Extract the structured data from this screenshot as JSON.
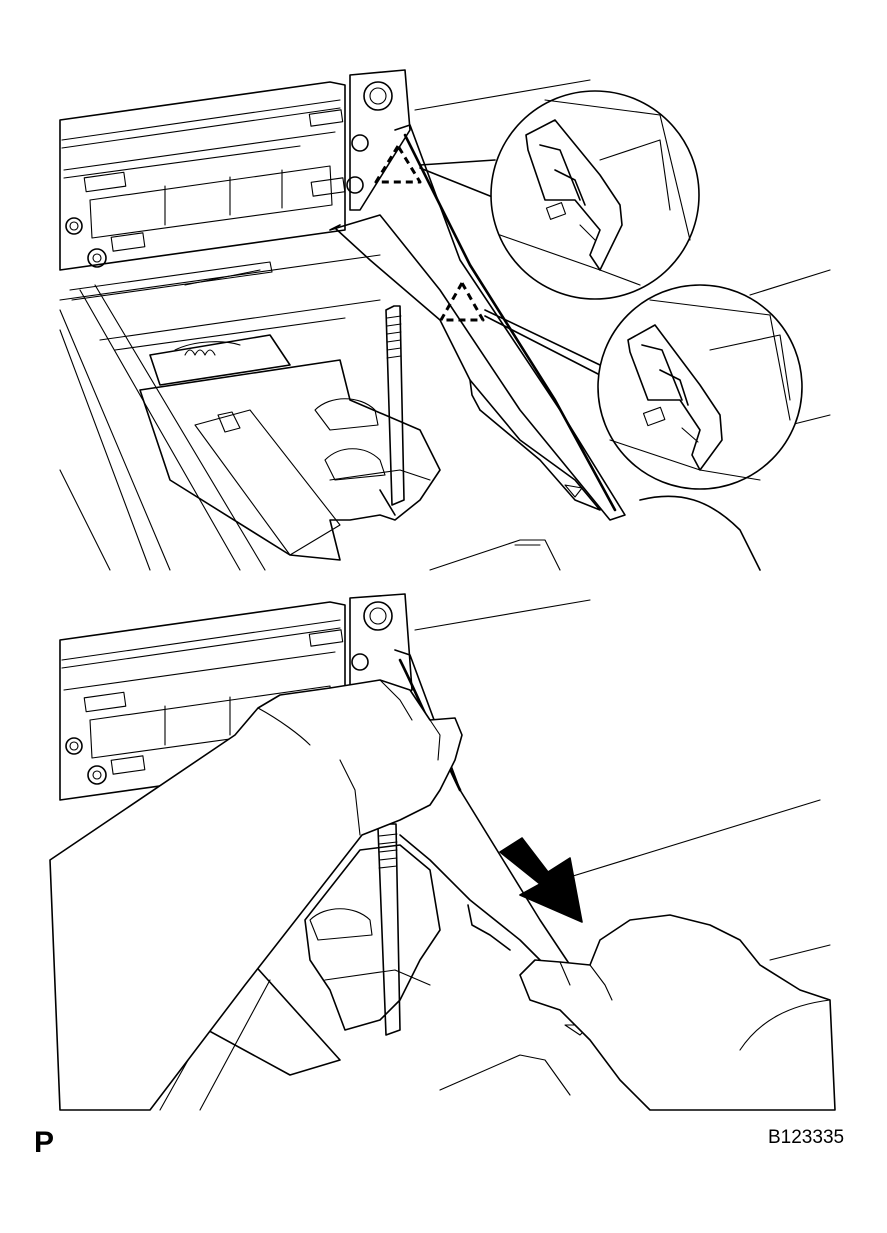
{
  "labels": {
    "view_code": "P",
    "figure_number": "B123335"
  },
  "panels": [
    {
      "name": "top-view",
      "callouts": 2
    },
    {
      "name": "bottom-view",
      "action": "pull-direction-arrow"
    }
  ],
  "icons": {
    "clip_callout": "triangle-dashed-icon",
    "direction": "arrow-icon"
  },
  "colors": {
    "line": "#000000",
    "background": "#ffffff"
  }
}
